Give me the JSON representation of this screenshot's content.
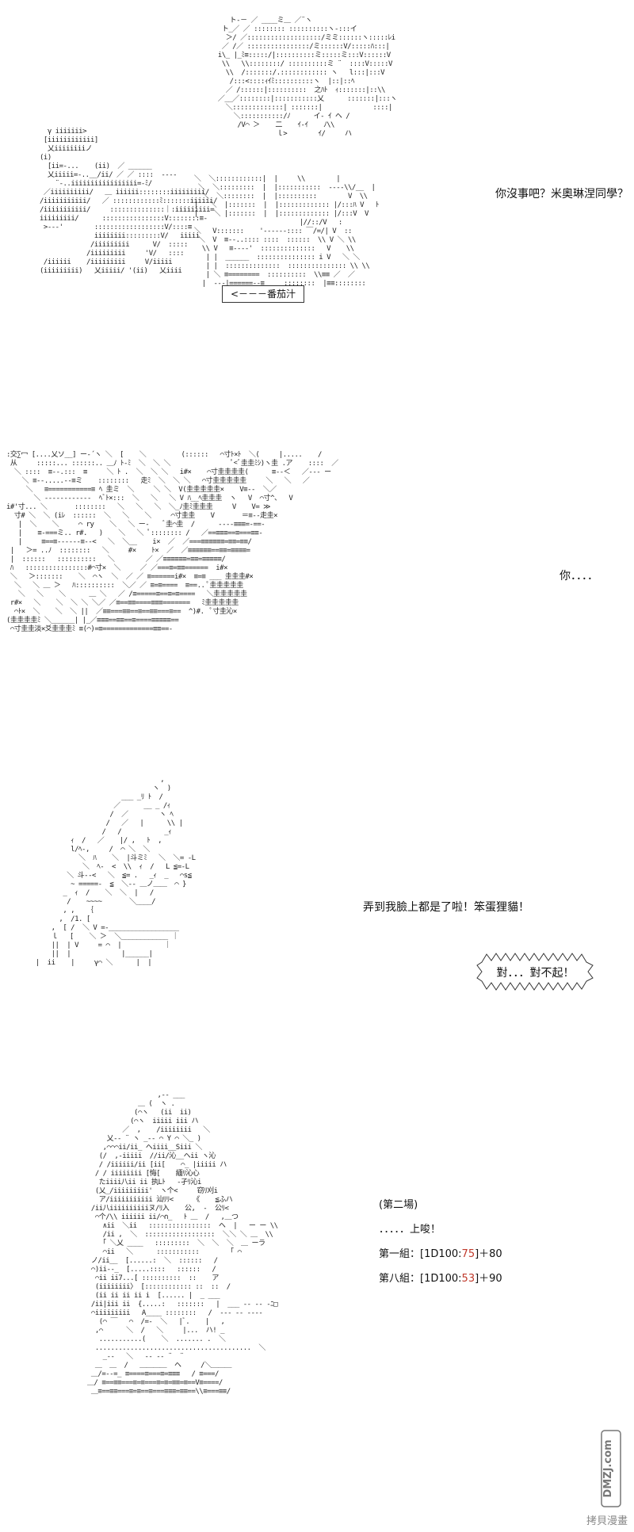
{
  "panels": [
    {
      "id": "panel-1",
      "caption": "你沒事吧？米奧琳涅同學？",
      "box_label": "<－－－番茄汁"
    },
    {
      "id": "panel-2",
      "caption": "你．．．．"
    },
    {
      "id": "panel-3",
      "caption": "弄到我臉上都是了啦！笨蛋狸貓！",
      "bubble_text": "對．．．對不起！"
    },
    {
      "id": "panel-4",
      "round_title": "(第二場)",
      "round_cue": "．．．．．上唆！",
      "group_lines": [
        {
          "label": "第一組：[1D100:",
          "roll": "75",
          "suffix": "]＋80"
        },
        {
          "label": "第八組：[1D100:",
          "roll": "53",
          "suffix": "]＋90"
        }
      ]
    }
  ],
  "watermark": "拷貝漫畫",
  "logo_text": "DMZJ.com",
  "colors": {
    "roll_red": "#c0392b",
    "text": "#111111"
  }
}
